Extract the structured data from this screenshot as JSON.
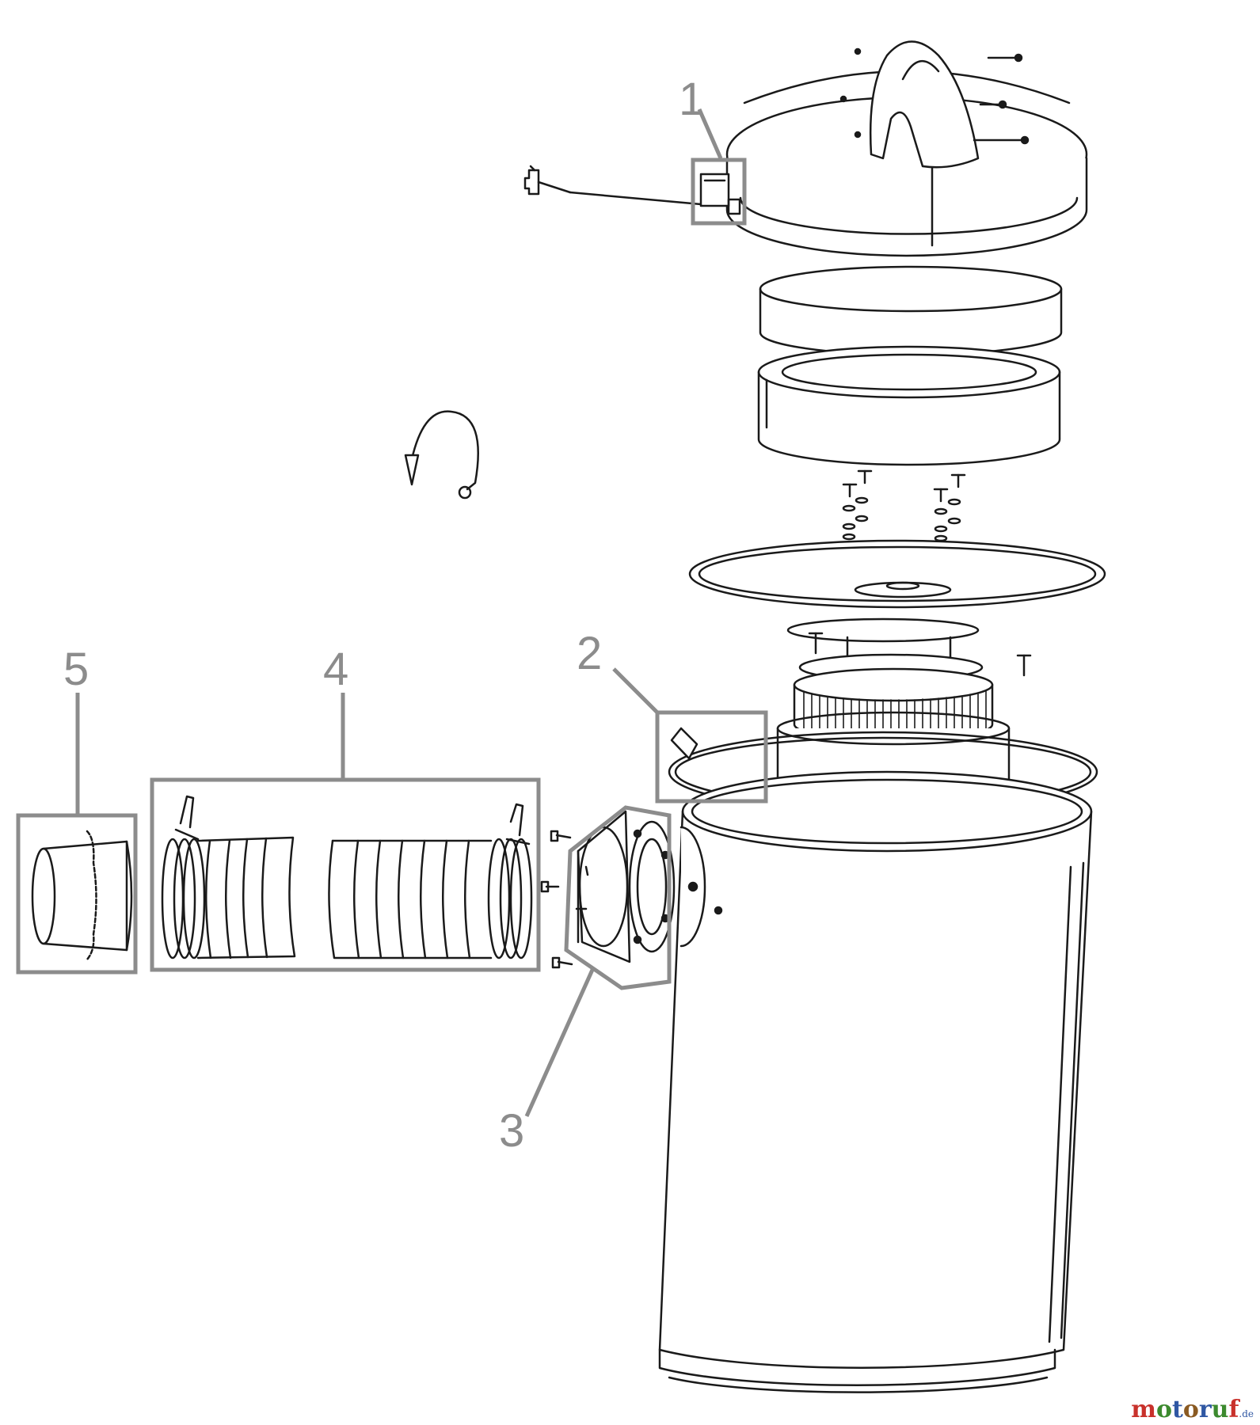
{
  "callouts": [
    {
      "id": "1",
      "label": "1"
    },
    {
      "id": "2",
      "label": "2"
    },
    {
      "id": "3",
      "label": "3"
    },
    {
      "id": "4",
      "label": "4"
    },
    {
      "id": "5",
      "label": "5"
    }
  ],
  "watermark": {
    "text_parts": [
      "m",
      "o",
      "t",
      "o",
      "r",
      "u",
      "f"
    ],
    "suffix": ".de",
    "colors": {
      "red": "#c8312b",
      "green": "#3c8a2e",
      "blue": "#2f57a3",
      "brown": "#8a5a22"
    }
  },
  "colors": {
    "line": "#1a1a1a",
    "callout": "#8c8c8c"
  }
}
